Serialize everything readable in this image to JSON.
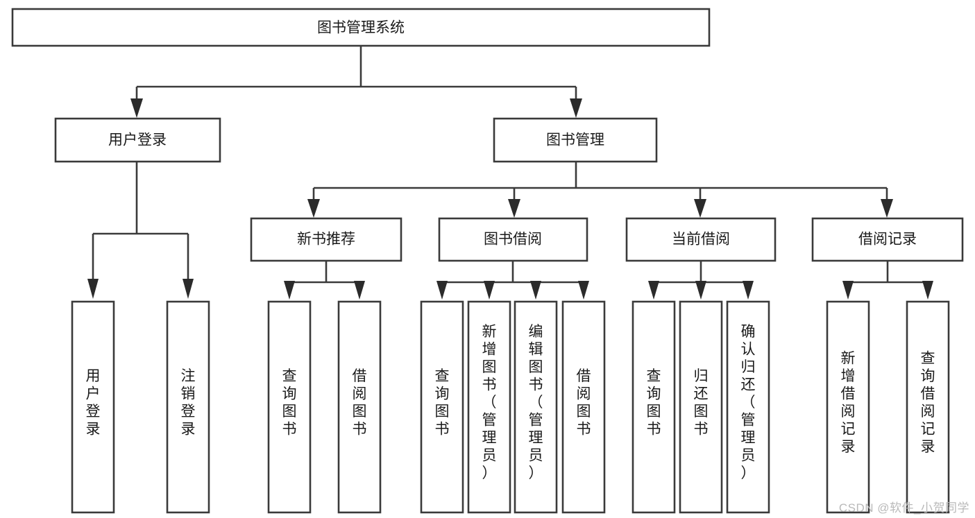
{
  "diagram": {
    "type": "tree-hierarchy",
    "title": "图书管理系统",
    "watermark": "CSDN @软件_小贺同学",
    "colors": {
      "background": "#ffffff",
      "stroke": "#3a3a3a",
      "arrow": "#2b2b2b",
      "text": "#1a1a1a",
      "watermark": "#b9b9b9"
    },
    "levels": {
      "root": {
        "label": "图书管理系统"
      },
      "level2": [
        {
          "label": "用户登录"
        },
        {
          "label": "图书管理"
        }
      ],
      "level3": [
        {
          "label": "新书推荐"
        },
        {
          "label": "图书借阅"
        },
        {
          "label": "当前借阅"
        },
        {
          "label": "借阅记录"
        }
      ],
      "leaves": [
        {
          "label": "用户登录",
          "parent": "用户登录"
        },
        {
          "label": "注销登录",
          "parent": "用户登录"
        },
        {
          "label": "查询图书",
          "parent": "新书推荐"
        },
        {
          "label": "借阅图书",
          "parent": "新书推荐"
        },
        {
          "label": "查询图书",
          "parent": "图书借阅"
        },
        {
          "label": "新增图书（管理员）",
          "parent": "图书借阅"
        },
        {
          "label": "编辑图书（管理员）",
          "parent": "图书借阅"
        },
        {
          "label": "借阅图书",
          "parent": "图书借阅"
        },
        {
          "label": "查询图书",
          "parent": "当前借阅"
        },
        {
          "label": "归还图书",
          "parent": "当前借阅"
        },
        {
          "label": "确认归还（管理员）",
          "parent": "当前借阅"
        },
        {
          "label": "新增借阅记录",
          "parent": "借阅记录"
        },
        {
          "label": "查询借阅记录",
          "parent": "借阅记录"
        }
      ]
    },
    "nodes": {
      "root": "图书管理系统",
      "n_user_login": "用户登录",
      "n_book_mgmt": "图书管理",
      "n_new_book_rec": "新书推荐",
      "n_book_borrow": "图书借阅",
      "n_current_borrow": "当前借阅",
      "n_borrow_record": "借阅记录",
      "l_user_login": "用户登录",
      "l_logout": "注销登录",
      "l_query_book_a": "查询图书",
      "l_borrow_book_a": "借阅图书",
      "l_query_book_b": "查询图书",
      "l_add_book": "新增图书（管理员）",
      "l_edit_book": "编辑图书（管理员）",
      "l_borrow_book_b": "借阅图书",
      "l_query_book_c": "查询图书",
      "l_return_book": "归还图书",
      "l_confirm_return": "确认归还（管理员）",
      "l_add_record": "新增借阅记录",
      "l_query_record": "查询借阅记录"
    }
  }
}
